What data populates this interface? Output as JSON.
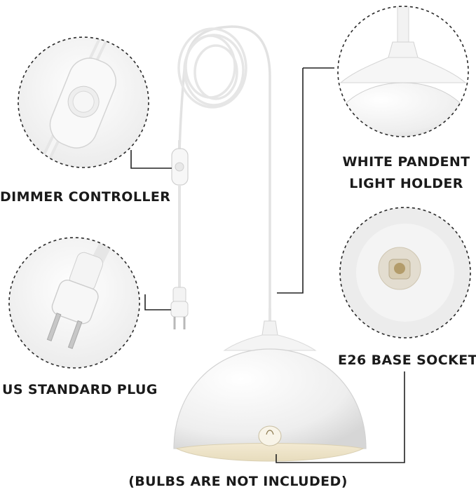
{
  "labels": {
    "dimmer": "DIMMER CONTROLLER",
    "holder_line1": "WHITE PANDENT",
    "holder_line2": "LIGHT HOLDER",
    "plug": "US STANDARD PLUG",
    "socket": "E26 BASE SOCKET",
    "bulbs_note": "(BULBS ARE NOT INCLUDED)"
  },
  "colors": {
    "background": "#ffffff",
    "text": "#1a1a1a",
    "product_white": "#f4f4f4",
    "shade_inner": "#efe7cf",
    "cord": "#e9e9e9",
    "leader_line": "#222222"
  }
}
